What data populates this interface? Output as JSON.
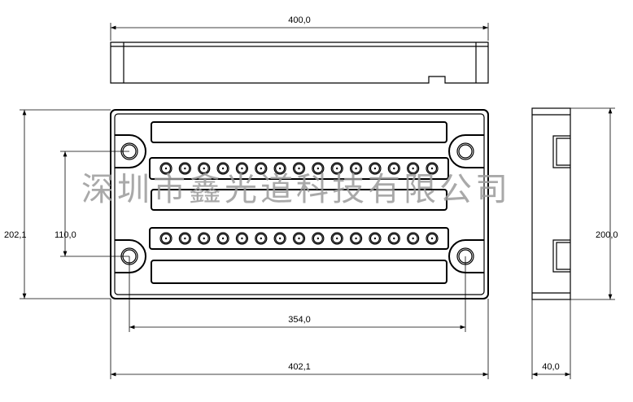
{
  "watermark": "深圳市鑫光道科技有限公司",
  "dimensions": {
    "top_width": "400,0",
    "overall_height": "202,1",
    "hole_vertical_spacing": "110,0",
    "side_height": "200,0",
    "hole_horizontal_spacing": "354,0",
    "overall_width": "402,1",
    "depth": "40,0"
  },
  "terminal_strips": {
    "rows": 2,
    "terminals_per_row": 15
  }
}
